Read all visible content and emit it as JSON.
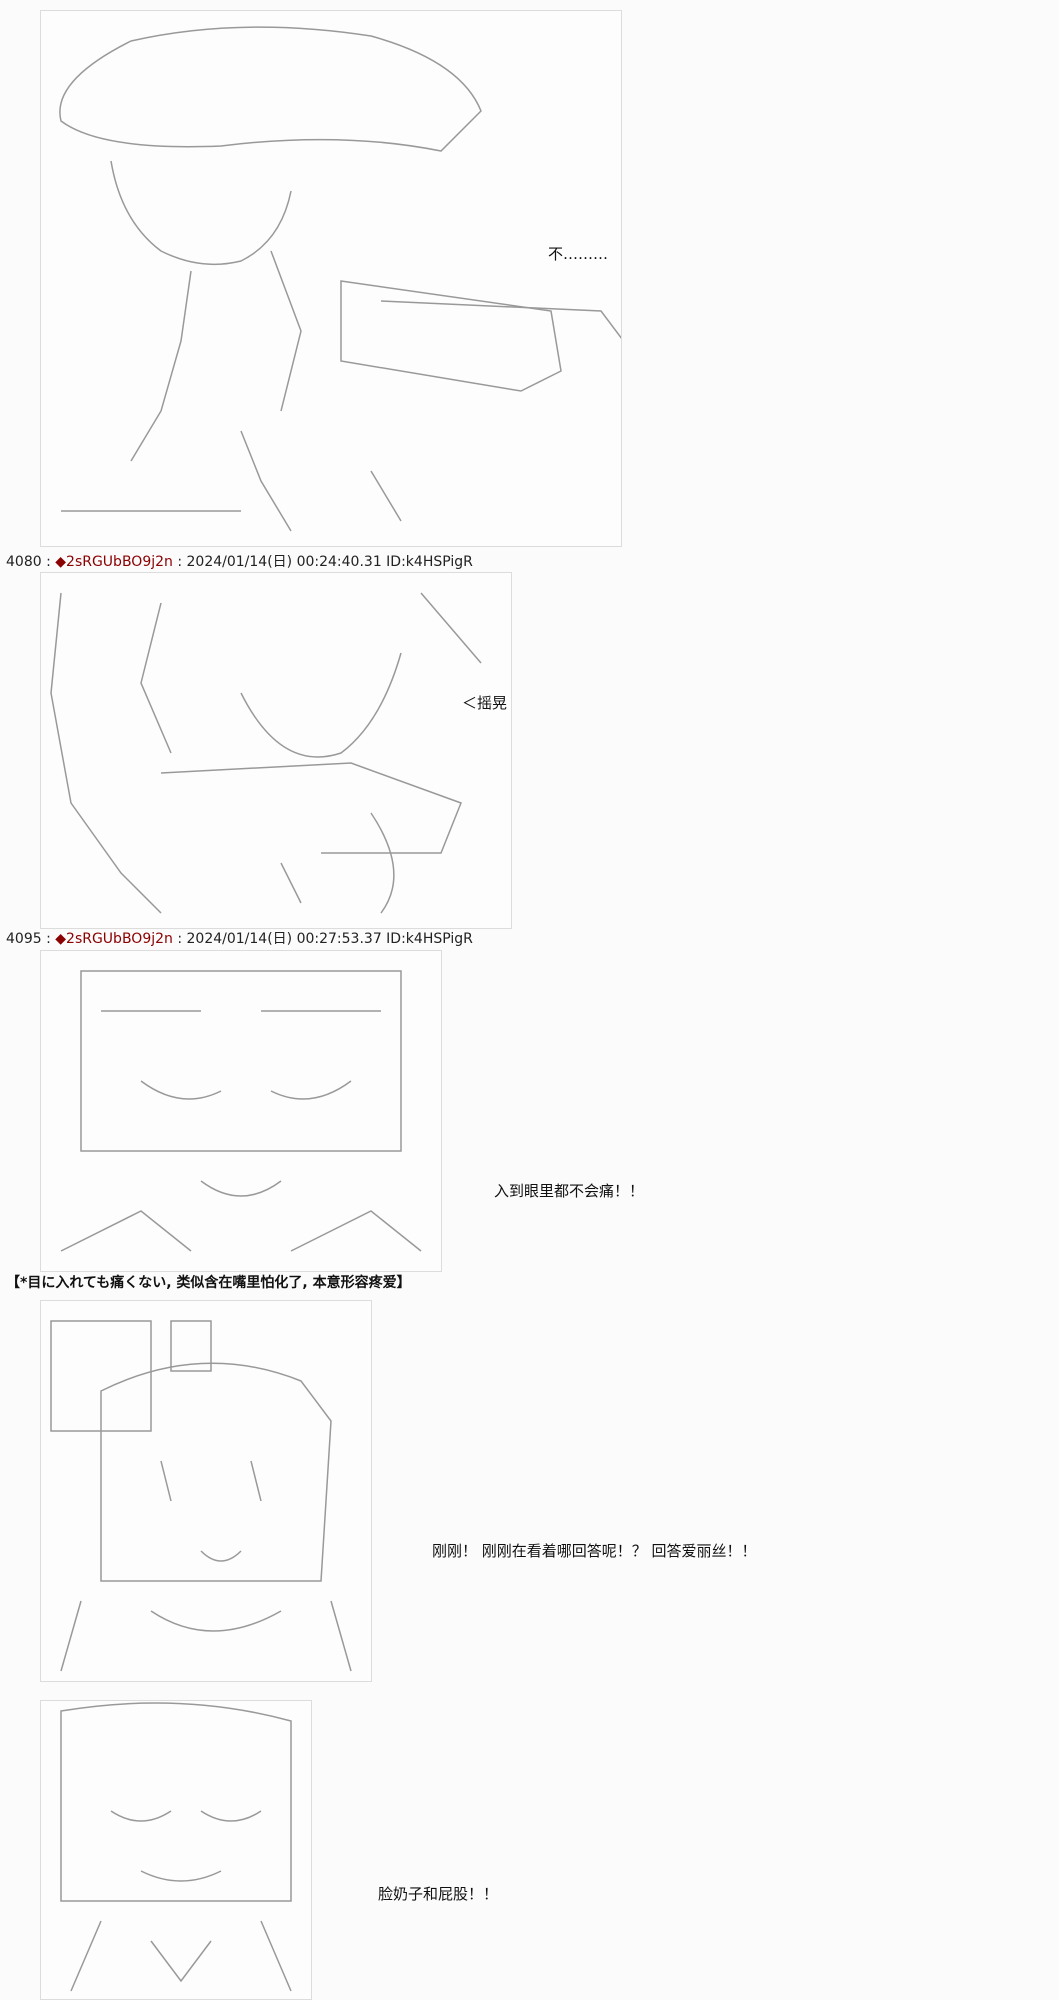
{
  "posts": [
    {
      "number": "4080",
      "sep": " : ",
      "name": "◆2sRGUbBO9j2n",
      "date": " : 2024/01/14(日) 00:24:40.31 ID:k4HSPigR"
    },
    {
      "number": "4095",
      "sep": " : ",
      "name": "◆2sRGUbBO9j2n",
      "date": " : 2024/01/14(日) 00:27:53.37 ID:k4HSPigR"
    }
  ],
  "dialogue": {
    "no": "不………",
    "sway": "＜摇晃",
    "eyes": "入到眼里都不会痛！！",
    "just_now": "刚刚！ 刚刚在看着哪回答呢！？ 回答爱丽丝！！",
    "face": "脸奶子和屁股！！"
  },
  "caption": "【*目に入れても痛くない, 类似含在嘴里怕化了, 本意形容疼爱】",
  "art_labels": {
    "panel1": "ASCII art",
    "panel2": "ASCII art",
    "panel3": "ASCII art",
    "panel4": "ASCII art",
    "panel5": "ASCII art"
  }
}
